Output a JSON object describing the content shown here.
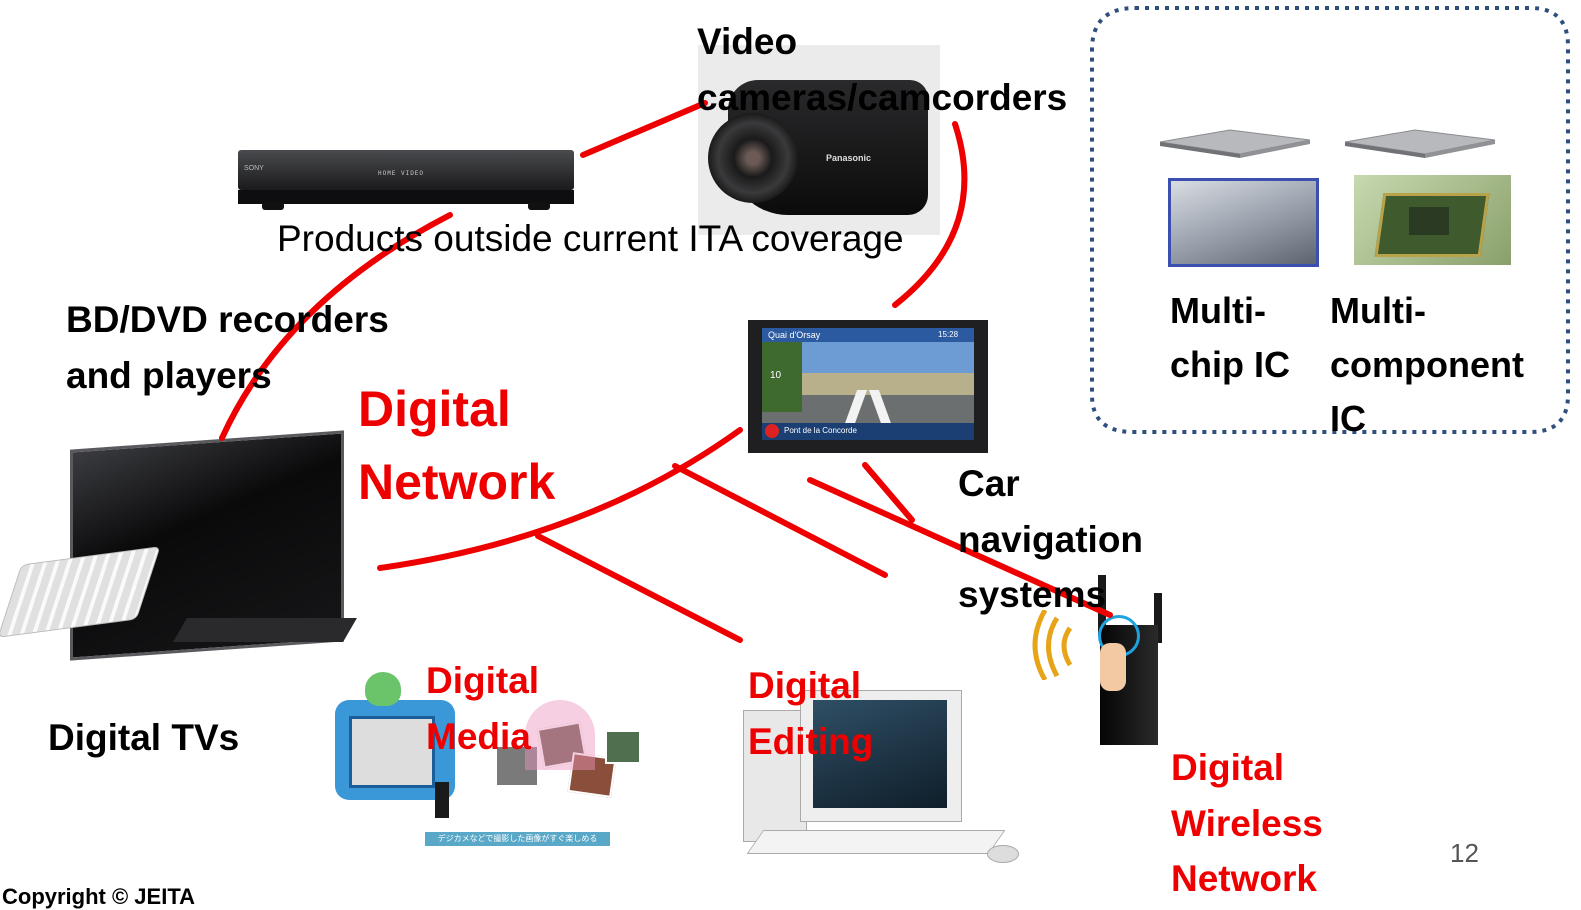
{
  "products": {
    "video_cameras": "Video cameras/camcorders",
    "bd_dvd": "BD/DVD recorders and players",
    "digital_tvs": "Digital TVs",
    "car_navigation": "Car navigation systems",
    "outside_coverage": "Products outside current ITA coverage"
  },
  "networks": {
    "digital_network": "Digital Network",
    "digital_media": "Digital Media",
    "digital_editing": "Digital Editing",
    "digital_wireless": "Digital Wireless Network"
  },
  "ic_box": {
    "multichip": "Multi-chip IC",
    "multicomponent": "Multi-component IC"
  },
  "nav_screen": {
    "location": "Quai d'Orsay",
    "time": "15:28",
    "street": "Pont de la Concorde",
    "distance": "10"
  },
  "device_text": {
    "recorder_brand": "SONY",
    "recorder_display": "HOME VIDEO",
    "camera_brand": "Panasonic",
    "photo_caption": "デジカメなどで撮影した画像がすぐ楽しめる"
  },
  "slide_number": "12",
  "copyright": "Copyright © JEITA",
  "colors": {
    "accent": "#ee0000",
    "ic_border": "#2f4f7f"
  }
}
